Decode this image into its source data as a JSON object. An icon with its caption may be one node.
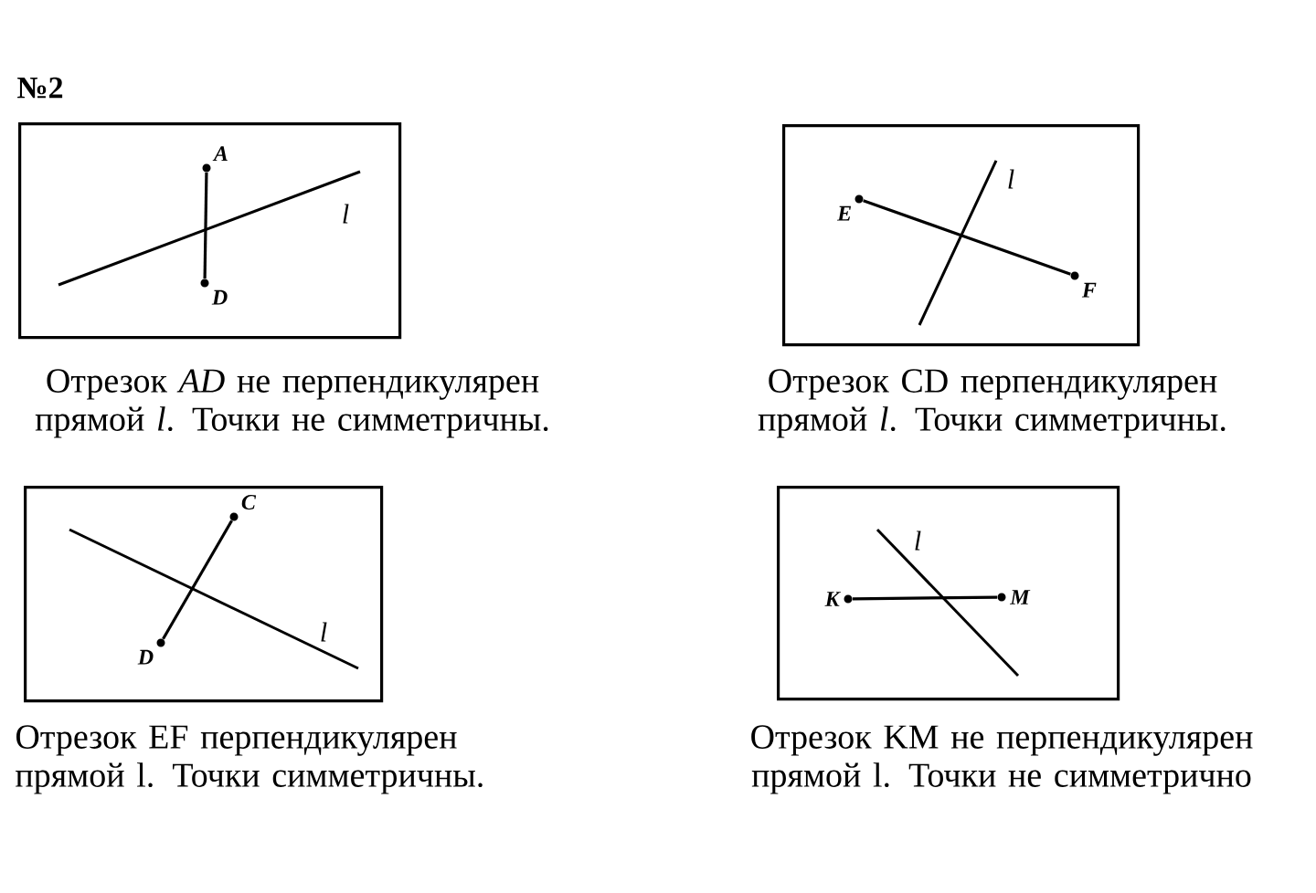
{
  "diagram": {
    "title": "№2",
    "nodes": [
      {
        "text": [
          "l"
        ],
        "beside": [
          "Отрезок *AD* не перпендикулярен прямой *l*. Точки не симметричны."
        ]
      },
      {
        "text": [
          "A"
        ],
        "in": 0
      },
      {
        "text": [
          "D"
        ],
        "in": 0
      },
      {
        "text": [
          "l"
        ],
        "beside": [
          "Отрезок CD перпендикулярен прямой *l*. Точки симметричны."
        ]
      },
      {
        "text": [
          "E"
        ],
        "in": 3
      },
      {
        "text": [
          "F"
        ],
        "in": 3
      },
      {
        "text": [
          "l"
        ],
        "beside": [
          "Отрезок EF перпендикулярен прямой l. Точки симметричны."
        ]
      },
      {
        "text": [
          "C"
        ],
        "in": 6
      },
      {
        "text": [
          "D"
        ],
        "in": 6
      },
      {
        "text": [
          "l"
        ],
        "beside": [
          "Отрезок KM не перпендикулярен прямой l. Точки не симметрично"
        ]
      },
      {
        "text": [
          "K"
        ],
        "in": 9
      },
      {
        "text": [
          "M"
        ],
        "in": 9
      }
    ],
    "edges": [
      {
        "from": 1,
        "to": 2,
        "arrow": "none"
      },
      {
        "from": 4,
        "to": 5,
        "arrow": "none"
      },
      {
        "from": 7,
        "to": 8,
        "arrow": "none"
      },
      {
        "from": 10,
        "to": 11,
        "arrow": "none"
      }
    ]
  }
}
